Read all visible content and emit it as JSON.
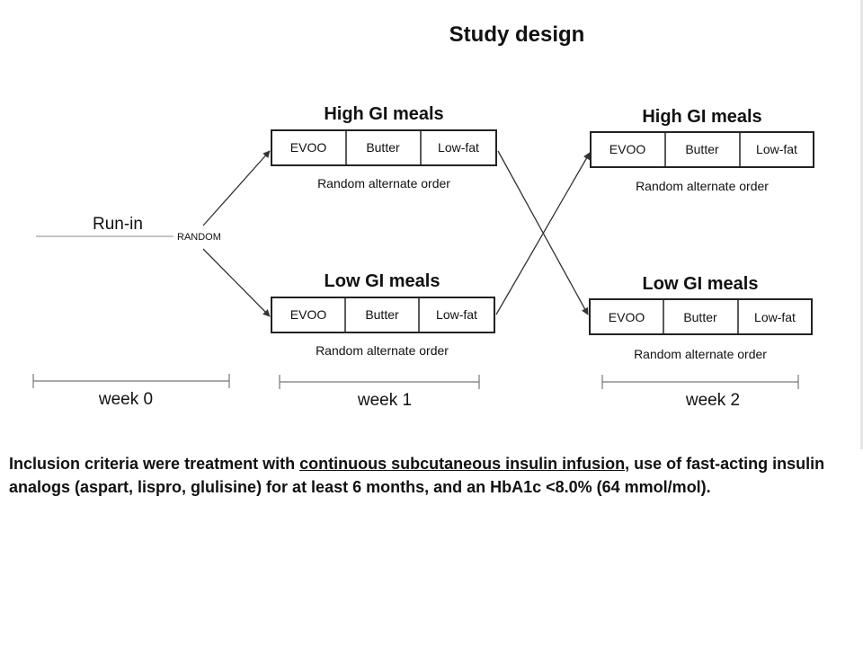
{
  "title": "Study design",
  "run_in": "Run-in",
  "random": "RANDOM",
  "groups": {
    "high_left": {
      "label": "High GI meals",
      "cells": [
        "EVOO",
        "Butter",
        "Low-fat"
      ],
      "note": "Random alternate order"
    },
    "low_left": {
      "label": "Low GI meals",
      "cells": [
        "EVOO",
        "Butter",
        "Low-fat"
      ],
      "note": "Random alternate order"
    },
    "high_right": {
      "label": "High GI meals",
      "cells": [
        "EVOO",
        "Butter",
        "Low-fat"
      ],
      "note": "Random alternate order"
    },
    "low_right": {
      "label": "Low GI meals",
      "cells": [
        "EVOO",
        "Butter",
        "Low-fat"
      ],
      "note": "Random alternate order"
    }
  },
  "weeks": [
    "week 0",
    "week 1",
    "week 2"
  ],
  "caption": {
    "before": "Inclusion criteria were treatment with ",
    "underlined": "continuous subcutaneous insulin infusion",
    "after": ", use of fast-acting insulin analogs (aspart, lispro, glulisine) for at least 6 months, and an HbA1c <8.0% (64 mmol/mol)."
  }
}
